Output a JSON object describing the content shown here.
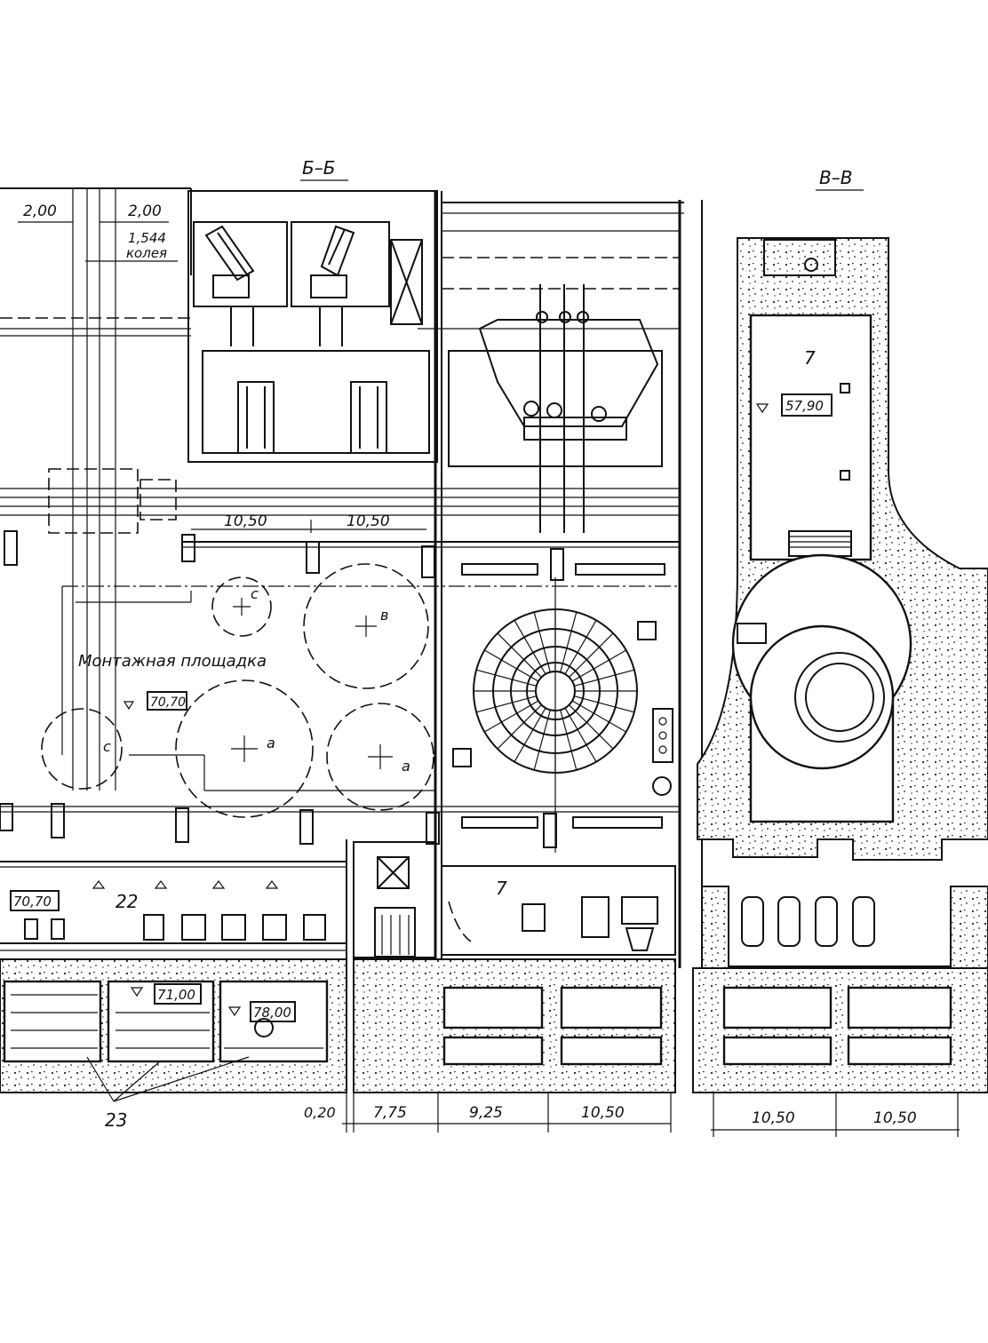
{
  "sections": {
    "left_title": "Б–Б",
    "right_title": "В–В"
  },
  "top_dims": {
    "d1": "2,00",
    "d2": "2,00",
    "gauge_value": "1,544",
    "gauge_label": "колея"
  },
  "span_dims": {
    "s1": "10,50",
    "s2": "10,50"
  },
  "labels": {
    "assembly_area": "Монтажная площадка",
    "a1": "a",
    "a2": "a",
    "b": "в",
    "c1": "c",
    "c2": "c",
    "num7_upper": "7",
    "num7_lower": "7",
    "num22": "22",
    "num23": "23"
  },
  "elevations": {
    "e1": "70,70",
    "e2": "70,70",
    "e3": "71,00",
    "e4": "78,00",
    "e5": "57,90"
  },
  "bottom_dims": {
    "b0": "0,20",
    "b1": "7,75",
    "b2": "9,25",
    "b3": "10,50",
    "b4": "10,50",
    "b5": "10,50"
  }
}
